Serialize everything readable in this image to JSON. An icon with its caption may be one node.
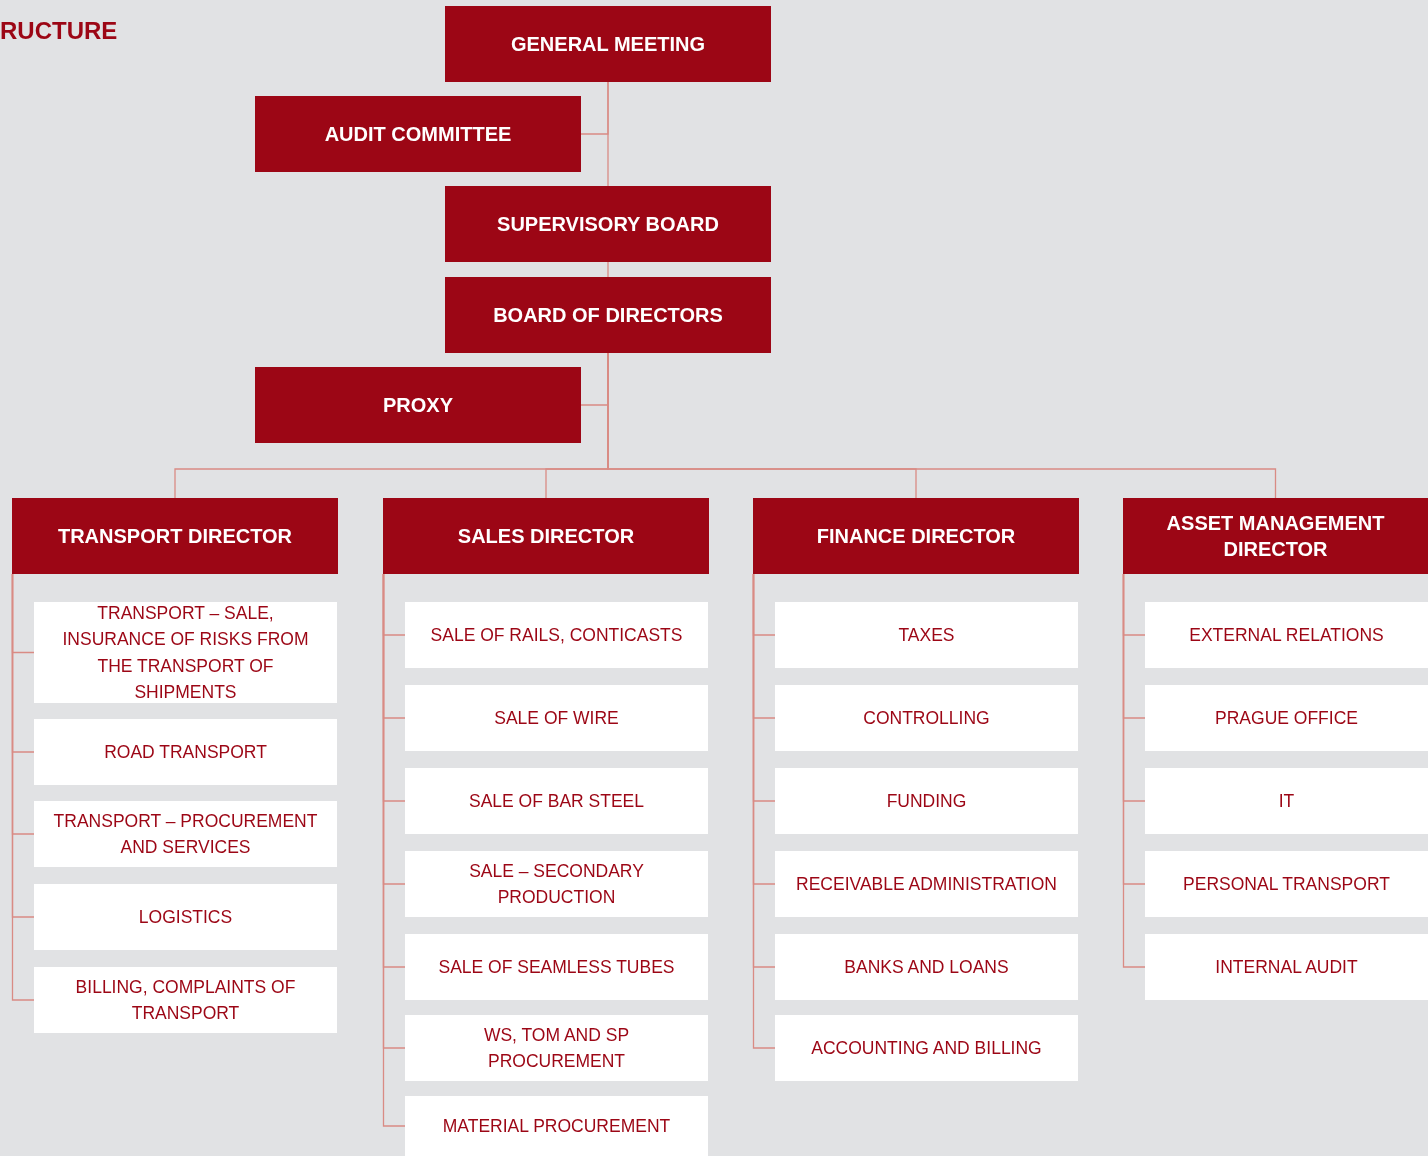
{
  "diagram": {
    "nodes": [
      {
        "text": [
          "GENERAL MEETING"
        ]
      },
      {
        "text": [
          "AUDIT COMMITTEE"
        ]
      },
      {
        "text": [
          "SUPERVISORY BOARD"
        ]
      },
      {
        "text": [
          "BOARD OF DIRECTORS"
        ]
      },
      {
        "text": [
          "PROXY"
        ]
      },
      {
        "text": [
          "TRANSPORT DIRECTOR"
        ]
      },
      {
        "text": [
          "SALES DIRECTOR"
        ]
      },
      {
        "text": [
          "FINANCE DIRECTOR"
        ]
      },
      {
        "text": [
          "ASSET MANAGEMENT DIRECTOR"
        ]
      },
      {
        "text": [
          "TRANSPORT – SALE, INSURANCE OF RISKS FROM THE TRANSPORT OF SHIPMENTS"
        ]
      },
      {
        "text": [
          "ROAD TRANSPORT"
        ]
      },
      {
        "text": [
          "TRANSPORT – PROCUREMENT AND SERVICES"
        ]
      },
      {
        "text": [
          "LOGISTICS"
        ]
      },
      {
        "text": [
          "BILLING, COMPLAINTS OF TRANSPORT"
        ]
      },
      {
        "text": [
          "SALE OF RAILS, CONTICASTS"
        ]
      },
      {
        "text": [
          "SALE OF WIRE"
        ]
      },
      {
        "text": [
          "SALE OF BAR STEEL"
        ]
      },
      {
        "text": [
          "SALE – SECONDARY PRODUCTION"
        ]
      },
      {
        "text": [
          "SALE OF SEAMLESS TUBES"
        ]
      },
      {
        "text": [
          "WS, TOM AND SP PROCUREMENT"
        ]
      },
      {
        "text": [
          "MATERIAL PROCUREMENT"
        ]
      },
      {
        "text": [
          "TAXES"
        ]
      },
      {
        "text": [
          "CONTROLLING"
        ]
      },
      {
        "text": [
          "FUNDING"
        ]
      },
      {
        "text": [
          "RECEIVABLE ADMINISTRATION"
        ]
      },
      {
        "text": [
          "BANKS AND LOANS"
        ]
      },
      {
        "text": [
          "ACCOUNTING AND BILLING"
        ]
      },
      {
        "text": [
          "EXTERNAL RELATIONS"
        ]
      },
      {
        "text": [
          "PRAGUE OFFICE"
        ]
      },
      {
        "text": [
          "IT"
        ]
      },
      {
        "text": [
          "PERSONAL TRANSPORT"
        ]
      },
      {
        "text": [
          "INTERNAL AUDIT"
        ]
      }
    ],
    "edges": [
      {
        "from": 0,
        "to": 1,
        "arrow": "none"
      },
      {
        "from": 0,
        "to": 2,
        "arrow": "none"
      },
      {
        "from": 2,
        "to": 3,
        "arrow": "none"
      },
      {
        "from": 3,
        "to": 4,
        "arrow": "none"
      },
      {
        "from": 3,
        "to": 5,
        "arrow": "none"
      },
      {
        "from": 3,
        "to": 6,
        "arrow": "none"
      },
      {
        "from": 3,
        "to": 7,
        "arrow": "none"
      },
      {
        "from": 3,
        "to": 8,
        "arrow": "none"
      },
      {
        "from": 5,
        "to": 9,
        "arrow": "none"
      },
      {
        "from": 5,
        "to": 10,
        "arrow": "none"
      },
      {
        "from": 5,
        "to": 11,
        "arrow": "none"
      },
      {
        "from": 5,
        "to": 12,
        "arrow": "none"
      },
      {
        "from": 5,
        "to": 13,
        "arrow": "none"
      },
      {
        "from": 6,
        "to": 14,
        "arrow": "none"
      },
      {
        "from": 6,
        "to": 15,
        "arrow": "none"
      },
      {
        "from": 6,
        "to": 16,
        "arrow": "none"
      },
      {
        "from": 6,
        "to": 17,
        "arrow": "none"
      },
      {
        "from": 6,
        "to": 18,
        "arrow": "none"
      },
      {
        "from": 6,
        "to": 19,
        "arrow": "none"
      },
      {
        "from": 6,
        "to": 20,
        "arrow": "none"
      },
      {
        "from": 7,
        "to": 21,
        "arrow": "none"
      },
      {
        "from": 7,
        "to": 22,
        "arrow": "none"
      },
      {
        "from": 7,
        "to": 23,
        "arrow": "none"
      },
      {
        "from": 7,
        "to": 24,
        "arrow": "none"
      },
      {
        "from": 7,
        "to": 25,
        "arrow": "none"
      },
      {
        "from": 7,
        "to": 26,
        "arrow": "none"
      },
      {
        "from": 8,
        "to": 27,
        "arrow": "none"
      },
      {
        "from": 8,
        "to": 28,
        "arrow": "none"
      },
      {
        "from": 8,
        "to": 29,
        "arrow": "none"
      },
      {
        "from": 8,
        "to": 30,
        "arrow": "none"
      },
      {
        "from": 8,
        "to": 31,
        "arrow": "none"
      }
    ],
    "labels": [
      "RUCTURE"
    ]
  }
}
